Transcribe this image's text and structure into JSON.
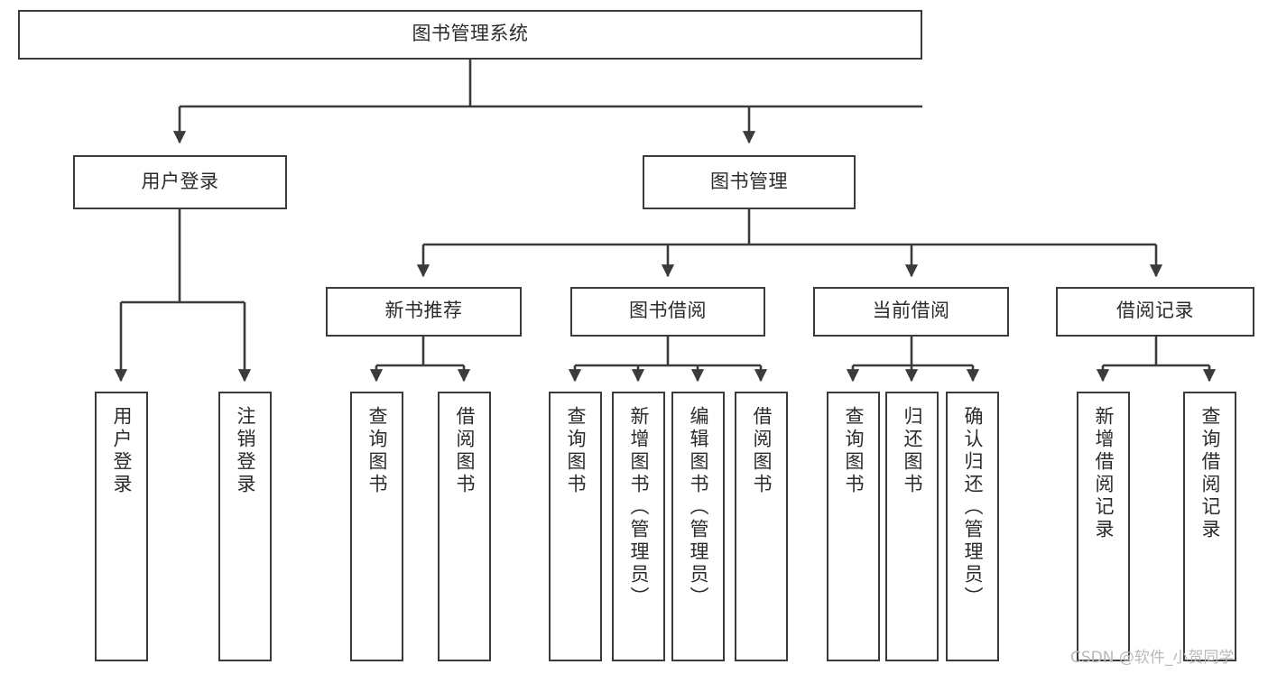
{
  "diagram": {
    "title": "图书管理系统",
    "type": "tree-hierarchy",
    "watermark": "CSDN @软件_小贺同学",
    "colors": {
      "stroke": "#3b3b3b",
      "background": "#ffffff",
      "text": "#2b2b2b",
      "watermark": "#b9b9b9"
    },
    "nodes": {
      "root": {
        "label": "图书管理系统"
      },
      "level1": [
        {
          "label": "用户登录"
        },
        {
          "label": "图书管理"
        }
      ],
      "level2": [
        {
          "label": "新书推荐"
        },
        {
          "label": "图书借阅"
        },
        {
          "label": "当前借阅"
        },
        {
          "label": "借阅记录"
        }
      ],
      "leaves_user_login": [
        {
          "label": "用户登录"
        },
        {
          "label": "注销登录"
        }
      ],
      "leaves_new_book": [
        {
          "label": "查询图书"
        },
        {
          "label": "借阅图书"
        }
      ],
      "leaves_borrow": [
        {
          "label": "查询图书"
        },
        {
          "label": "新增图书（管理员）"
        },
        {
          "label": "编辑图书（管理员）"
        },
        {
          "label": "借阅图书"
        }
      ],
      "leaves_current": [
        {
          "label": "查询图书"
        },
        {
          "label": "归还图书"
        },
        {
          "label": "确认归还（管理员）"
        }
      ],
      "leaves_records": [
        {
          "label": "新增借阅记录"
        },
        {
          "label": "查询借阅记录"
        }
      ]
    }
  }
}
